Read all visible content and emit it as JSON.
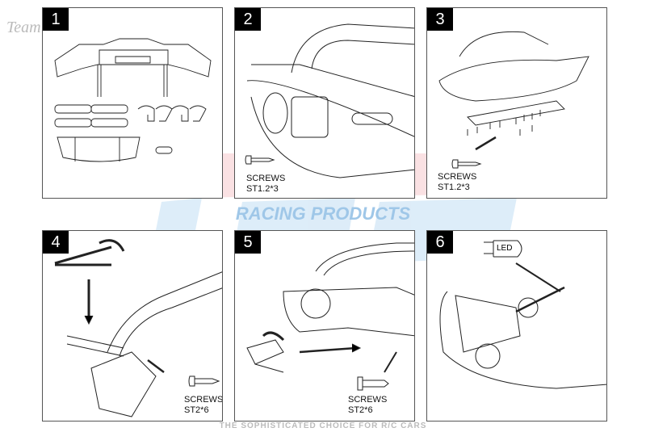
{
  "watermark": {
    "logo_text": "GPM",
    "team_script": "Team",
    "subtitle": "RACING PRODUCTS",
    "tagline": "THE SOPHISTICATED CHOICE FOR R/C CARS",
    "colors": {
      "red": "#f4b9bd",
      "blue": "#c9e2f5",
      "gray": "#d9d9d9"
    }
  },
  "steps": [
    {
      "number": "1"
    },
    {
      "number": "2",
      "screw": {
        "label": "SCREWS",
        "spec": "ST1.2*3"
      }
    },
    {
      "number": "3",
      "screw": {
        "label": "SCREWS",
        "spec": "ST1.2*3"
      }
    },
    {
      "number": "4",
      "screw": {
        "label": "SCREWS",
        "spec": "ST2*6"
      }
    },
    {
      "number": "5",
      "screw": {
        "label": "SCREWS",
        "spec": "ST2*6"
      }
    },
    {
      "number": "6",
      "led_label": "LED"
    }
  ]
}
